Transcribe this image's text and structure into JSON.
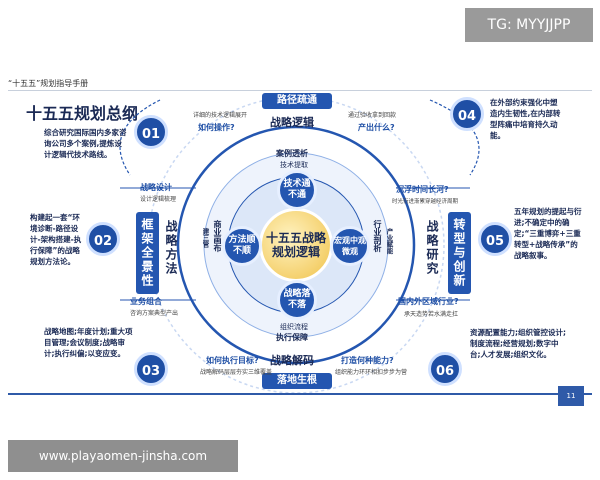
{
  "watermark_top": "TG: MYYJJPP",
  "watermark_bottom": "www.playaomen-jinsha.com",
  "header": "“十五五”规划指导手册",
  "title": "十五五规划总纲",
  "page_number": "11",
  "colors": {
    "primary": "#2456b0",
    "dark": "#1b2a55",
    "core": "#f0c24a"
  },
  "center": {
    "core": "十五五战略规划逻辑",
    "nodes": [
      "技术通不通",
      "方法顺不顺",
      "宏观中观微观",
      "战略落不落"
    ],
    "ring_labels": [
      "案例透析",
      "技术提取",
      "商业画布",
      "建三管",
      "行业剖析",
      "产业赋能",
      "组织流程",
      "执行保障"
    ]
  },
  "banners": {
    "top": "路径疏通",
    "bottom": "落地生根",
    "right": "转型与创新",
    "left": "框架全景性"
  },
  "arc_titles": {
    "top": "战略逻辑",
    "bottom": "战略解码",
    "left": "战略方法",
    "right": "战略研究"
  },
  "questions": {
    "q1": "如何操作?",
    "q1_sub": "详细的技术逻辑展开",
    "q2": "产出什么?",
    "q2_sub": "通过验收拿到回款",
    "q3": "沉浮时间长河?",
    "q3_sub": "时光衍进渐累穿越经济周期",
    "q4": "国内外区域行业?",
    "q4_sub": "承天造势若水满走扛",
    "q5": "如何执行目标?",
    "q5_sub": "战略解码层层夯实三维覆盖",
    "q6": "打造何种能力?",
    "q6_sub": "组织能力环环相扣步步为营"
  },
  "left_labels": {
    "design": "战略设计",
    "design_sub": "设计逻辑梳理",
    "biz": "业务组合",
    "biz_sub": "咨询方案典型产出"
  },
  "sections": [
    {
      "num": "01",
      "text": "综合研究国际国内多家咨询公司多个案例,提炼设计逻辑代技术路线。"
    },
    {
      "num": "02",
      "text": "构建起一套“环境诊断-路径设计-架构搭建-执行保障”的战略规划方法论。"
    },
    {
      "num": "03",
      "text": "战略地图;年度计划;重大项目管理;会议制度;战略审计;执行纠偏;以变应变。"
    },
    {
      "num": "04",
      "text": "在外部约束强化中塑造内生韧性,在内部转型阵痛中培育持久动能。"
    },
    {
      "num": "05",
      "text": "五年规划的提起与衍进;不确定中的确定;“三重博弈+三重转型+战略传承”的战略叙事。"
    },
    {
      "num": "06",
      "text": "资源配置能力;组织管控设计;制度流程;经营规划;数字中台;人才发展;组织文化。"
    }
  ]
}
